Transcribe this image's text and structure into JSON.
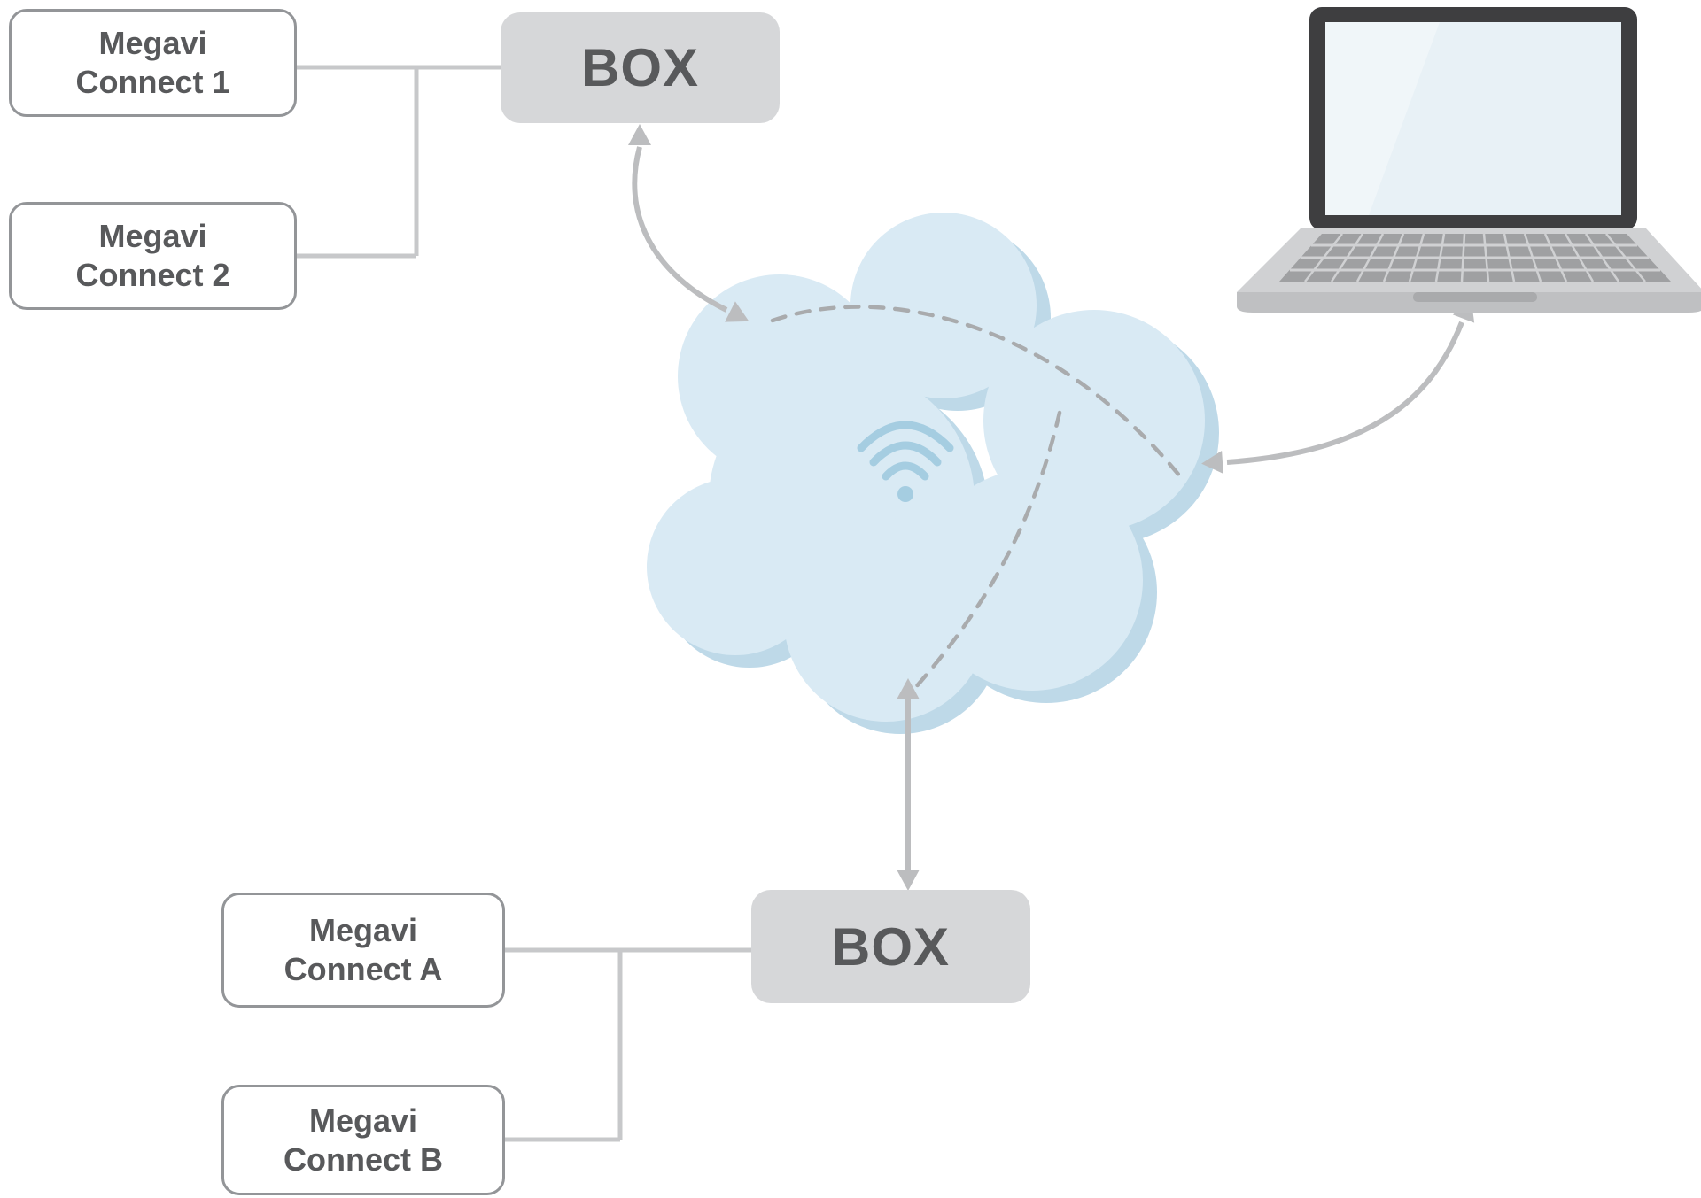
{
  "diagram": {
    "nodes": {
      "connect1": {
        "lines": [
          "Megavi",
          "Connect 1"
        ]
      },
      "connect2": {
        "lines": [
          "Megavi",
          "Connect 2"
        ]
      },
      "connectA": {
        "lines": [
          "Megavi",
          "Connect A"
        ]
      },
      "connectB": {
        "lines": [
          "Megavi",
          "Connect B"
        ]
      },
      "box_top": {
        "label": "BOX"
      },
      "box_bottom": {
        "label": "BOX"
      }
    },
    "icons": {
      "cloud": "cloud-icon",
      "wifi": "wifi-icon",
      "laptop": "laptop-icon"
    },
    "colors": {
      "node_border": "#939598",
      "box_fill": "#d6d7d9",
      "text": "#58595b",
      "connector_line": "#c7c8ca",
      "arrow": "#bcbdbf",
      "cloud_fill": "#d9eaf4",
      "cloud_shadow": "#bed9e8",
      "cloud_dash": "#a9abad",
      "wifi": "#a5cde1"
    }
  }
}
